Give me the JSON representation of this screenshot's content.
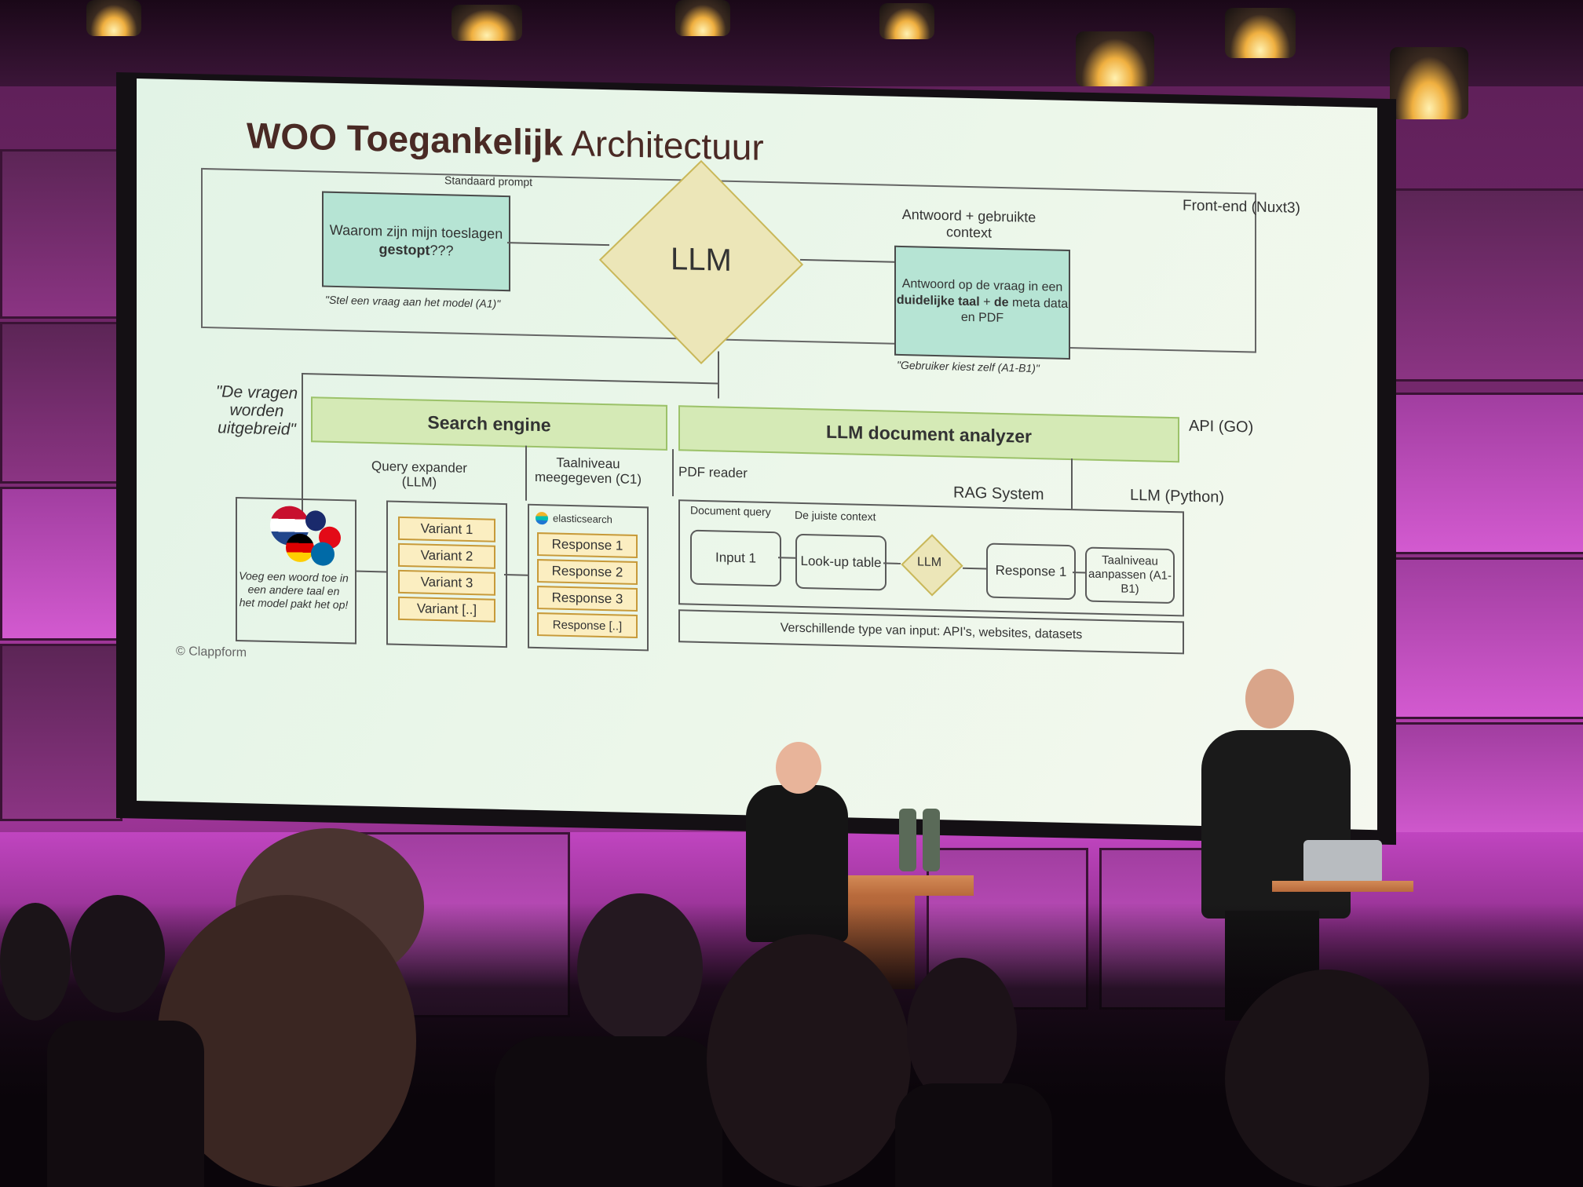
{
  "slide": {
    "title_bold": "WOO Toegankelijk",
    "title_light": "Architectuur",
    "frontend_label": "Front-end (Nuxt3)",
    "standard_prompt_label": "Standaard prompt",
    "question_text": "Waarom zijn mijn toeslagen",
    "question_bold": "gestopt",
    "question_end": "???",
    "ask_note": "\"Stel een vraag aan het model (A1)\"",
    "llm_label": "LLM",
    "answer_header": "Antwoord + gebruikte context",
    "answer_text_1": "Antwoord op de vraag in een",
    "answer_bold": "duidelijke taal",
    "answer_text_2": "+",
    "answer_bold_2": "de",
    "answer_text_3": "meta data en PDF",
    "user_note": "\"Gebruiker kiest zelf (A1-B1)\"",
    "expanded_note": "\"De vragen worden uitgebreid\"",
    "search_engine": "Search engine",
    "doc_analyzer": "LLM document analyzer",
    "api_label": "API (GO)",
    "query_expander": "Query expander (LLM)",
    "taalniveau": "Taalniveau meegegeven (C1)",
    "pdf_reader": "PDF reader",
    "rag_label": "RAG System",
    "python_label": "LLM (Python)",
    "flags_note": "Voeg een woord toe in een andere taal en het model pakt het op!",
    "variants": [
      "Variant 1",
      "Variant 2",
      "Variant 3",
      "Variant [..]"
    ],
    "es_label": "elasticsearch",
    "responses": [
      "Response 1",
      "Response 2",
      "Response 3",
      "Response [..]"
    ],
    "doc_query": "Document query",
    "juiste_context": "De juiste context",
    "input1": "Input 1",
    "lookup": "Look-up table",
    "llm_small": "LLM",
    "response1": "Response 1",
    "taal_aanpassen": "Taalniveau aanpassen (A1-B1)",
    "input_types": "Verschillende type van input: API's, websites, datasets",
    "copyright": "© Clappform"
  }
}
